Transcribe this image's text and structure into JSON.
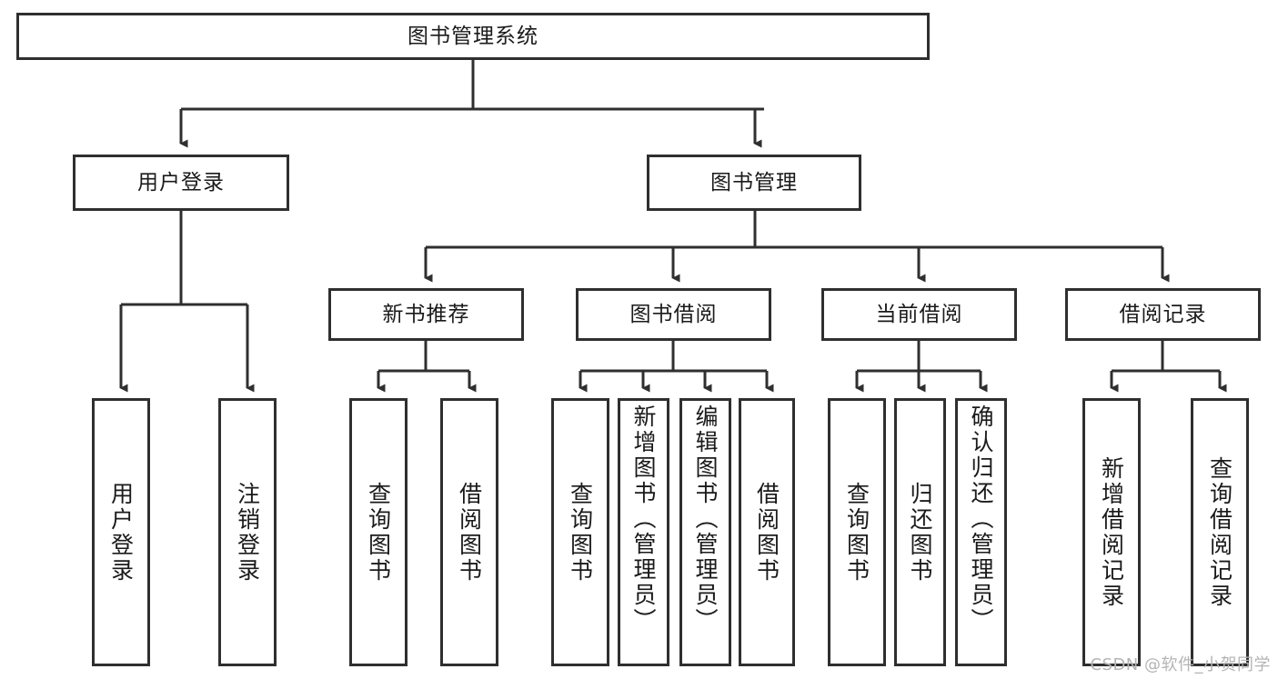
{
  "diagram": {
    "title": "图书管理系统",
    "type": "tree-hierarchy",
    "stroke_color": "#2f2f2f",
    "background_color": "#ffffff",
    "text_color": "#1a1a1a"
  },
  "root": {
    "label": "图书管理系统"
  },
  "level2": [
    {
      "label": "用户登录"
    },
    {
      "label": "图书管理"
    }
  ],
  "level3": [
    {
      "label": "新书推荐"
    },
    {
      "label": "图书借阅"
    },
    {
      "label": "当前借阅"
    },
    {
      "label": "借阅记录"
    }
  ],
  "leaves": {
    "user_login": [
      {
        "label": "用户登录"
      },
      {
        "label": "注销登录"
      }
    ],
    "new_book_recommend": [
      {
        "label": "查询图书"
      },
      {
        "label": "借阅图书"
      }
    ],
    "book_borrow": [
      {
        "label": "查询图书"
      },
      {
        "label": "新增图书（管理员）"
      },
      {
        "label": "编辑图书（管理员）"
      },
      {
        "label": "借阅图书"
      }
    ],
    "current_borrow": [
      {
        "label": "查询图书"
      },
      {
        "label": "归还图书"
      },
      {
        "label": "确认归还（管理员）"
      }
    ],
    "borrow_record": [
      {
        "label": "新增借阅记录"
      },
      {
        "label": "查询借阅记录"
      }
    ]
  },
  "watermark": {
    "text": "CSDN @软件_小贺同学"
  }
}
